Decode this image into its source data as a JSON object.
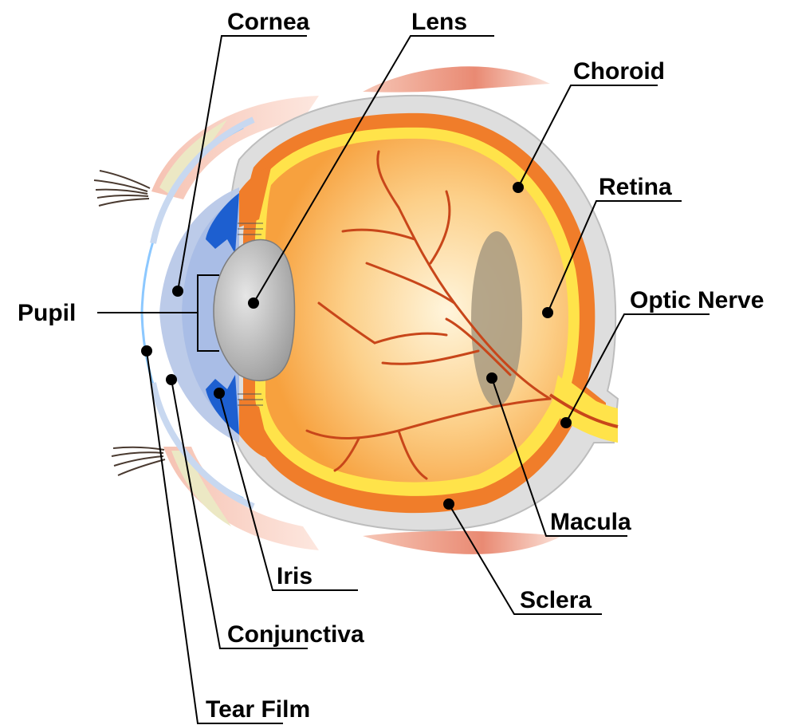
{
  "diagram": {
    "labels": {
      "cornea": "Cornea",
      "lens": "Lens",
      "choroid": "Choroid",
      "retina": "Retina",
      "optic_nerve": "Optic Nerve",
      "pupil": "Pupil",
      "macula": "Macula",
      "sclera": "Sclera",
      "iris": "Iris",
      "conjunctiva": "Conjunctiva",
      "tear_film": "Tear Film"
    },
    "colors": {
      "sclera": "#dcdcdc",
      "choroid": "#f07d2a",
      "retina": "#ffe34a",
      "vitreous": "#fbb75a",
      "vessels": "#c8461a",
      "macula": "#a89a80",
      "lens": "#b9b9b9",
      "iris": "#1d5fd0",
      "cornea": "#b8c8e8",
      "tear_film": "#8cc8ff",
      "eyelid": "#f2a08e",
      "muscle": "#e88870",
      "leader_line": "#000000"
    }
  }
}
